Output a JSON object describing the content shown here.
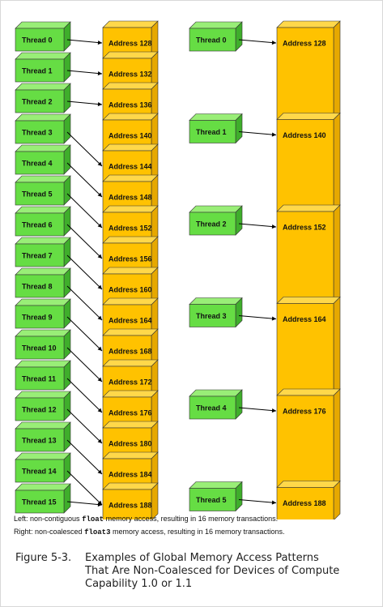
{
  "left": {
    "threads": [
      "Thread 0",
      "Thread 1",
      "Thread 2",
      "Thread 3",
      "Thread 4",
      "Thread 5",
      "Thread 6",
      "Thread 7",
      "Thread 8",
      "Thread 9",
      "Thread 10",
      "Thread 11",
      "Thread 12",
      "Thread 13",
      "Thread 14",
      "Thread 15"
    ],
    "addresses": [
      "Address 128",
      "Address 132",
      "Address 136",
      "Address 140",
      "Address 144",
      "Address 148",
      "Address 152",
      "Address 156",
      "Address 160",
      "Address 164",
      "Address 168",
      "Address 172",
      "Address 176",
      "Address 180",
      "Address 184",
      "Address 188"
    ],
    "links": [
      [
        0,
        0
      ],
      [
        1,
        1
      ],
      [
        2,
        2
      ],
      [
        3,
        4
      ],
      [
        4,
        5
      ],
      [
        5,
        6
      ],
      [
        6,
        7
      ],
      [
        7,
        8
      ],
      [
        8,
        9
      ],
      [
        9,
        10
      ],
      [
        10,
        11
      ],
      [
        11,
        12
      ],
      [
        12,
        13
      ],
      [
        13,
        14
      ],
      [
        14,
        15
      ],
      [
        15,
        15
      ]
    ]
  },
  "right": {
    "threads": [
      "Thread 0",
      "Thread 1",
      "Thread 2",
      "Thread 3",
      "Thread 4",
      "Thread 5"
    ],
    "addresses": [
      "Address 128",
      "Address 140",
      "Address 152",
      "Address 164",
      "Address 176",
      "Address 188"
    ]
  },
  "caption": {
    "line1_prefix": "Left: non-contiguous ",
    "line1_code": "float",
    "line1_suffix": " memory access, resulting in 16 memory transactions.",
    "line2_prefix": "Right: non-coalesced ",
    "line2_code": "float3",
    "line2_suffix": " memory access, resulting in 16 memory transactions."
  },
  "figure": {
    "number": "Figure 5-3.",
    "title_lines": [
      "Examples of Global Memory Access Patterns",
      "That Are Non-Coalesced for Devices of Compute",
      "Capability 1.0 or 1.1"
    ]
  },
  "colors": {
    "thread_fill": "#66dd44",
    "thread_side": "#3fae2b",
    "thread_top": "#99ee77",
    "address_fill": "#ffc200",
    "address_side": "#e6a800",
    "address_top": "#ffd84a",
    "arrow": "#000000"
  }
}
